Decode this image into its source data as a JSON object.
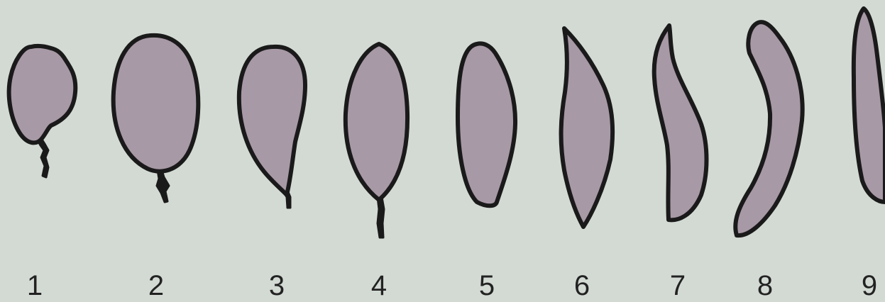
{
  "figure": {
    "background_color": "#d3dad4",
    "shape_fill_color": "#a899a6",
    "outline_color": "#1a1a1a",
    "label_color": "#222222",
    "shapes": [
      {
        "label": "1"
      },
      {
        "label": "2"
      },
      {
        "label": "3"
      },
      {
        "label": "4"
      },
      {
        "label": "5"
      },
      {
        "label": "6"
      },
      {
        "label": "7"
      },
      {
        "label": "8"
      },
      {
        "label": "9"
      }
    ]
  }
}
